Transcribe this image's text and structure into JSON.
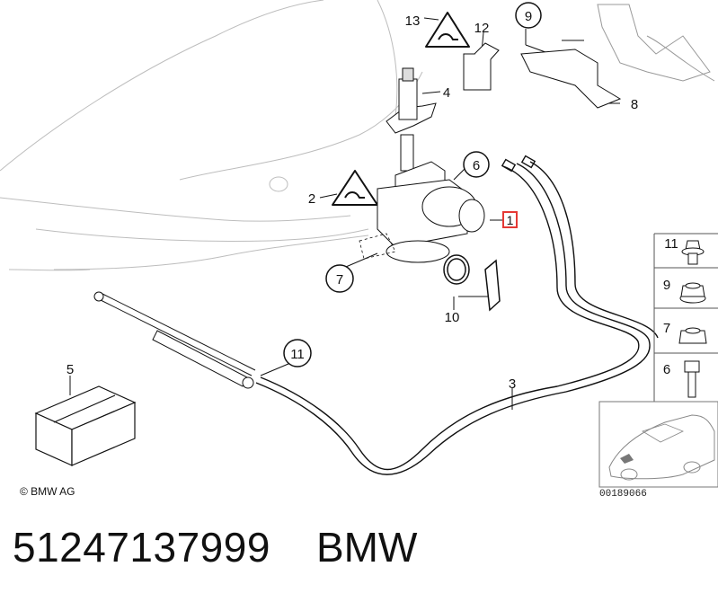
{
  "callouts": {
    "c1": "1",
    "c2": "2",
    "c3": "3",
    "c4": "4",
    "c5": "5",
    "c6": "6",
    "c7": "7",
    "c8": "8",
    "c9": "9",
    "c10": "10",
    "c11": "11",
    "c12": "12",
    "c13": "13"
  },
  "side_panel": {
    "i11": "11",
    "i9": "9",
    "i7": "7",
    "i6": "6"
  },
  "copyright": "© BMW AG",
  "reference_code": "00189066",
  "footer": {
    "part_number": "51247137999",
    "brand": "BMW"
  },
  "highlight_color": "#e53935"
}
